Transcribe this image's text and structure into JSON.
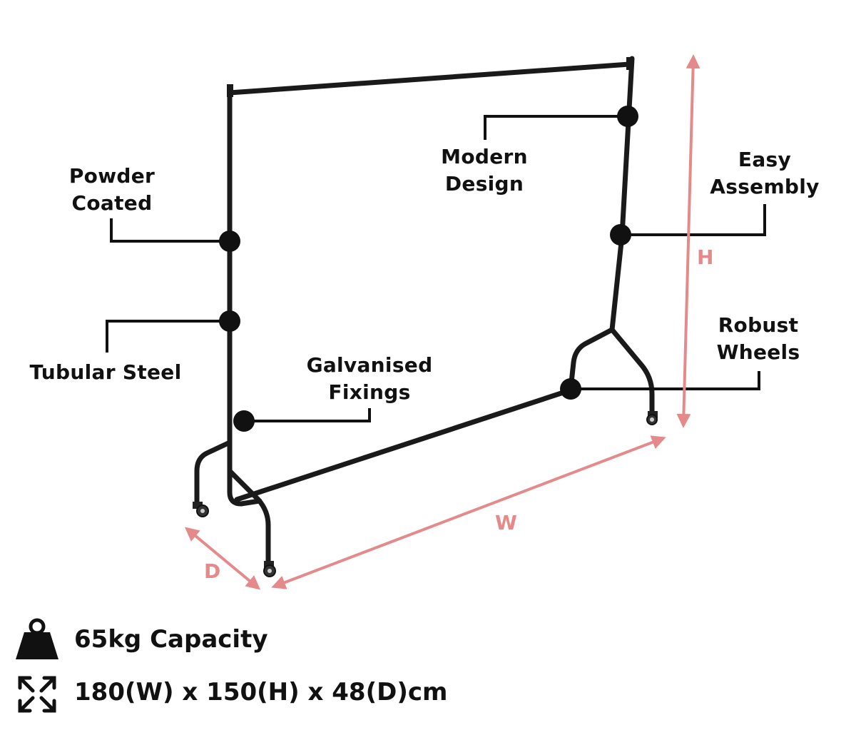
{
  "callouts": {
    "powder_coated": [
      "Powder",
      "Coated"
    ],
    "tubular_steel": [
      "Tubular Steel"
    ],
    "galvanised_fixings": [
      "Galvanised",
      "Fixings"
    ],
    "modern_design": [
      "Modern",
      "Design"
    ],
    "easy_assembly": [
      "Easy",
      "Assembly"
    ],
    "robust_wheels": [
      "Robust",
      "Wheels"
    ]
  },
  "dimensions": {
    "height": "H",
    "width": "W",
    "depth": "D"
  },
  "specs": {
    "capacity": {
      "icon": "weight-icon",
      "text": "65kg Capacity"
    },
    "size": {
      "icon": "expand-arrows-icon",
      "text": "180(W) x 150(H) x 48(D)cm"
    }
  },
  "colors": {
    "frame": "#1a1a1a",
    "dimension": "#e58a8a",
    "text": "#111111"
  }
}
